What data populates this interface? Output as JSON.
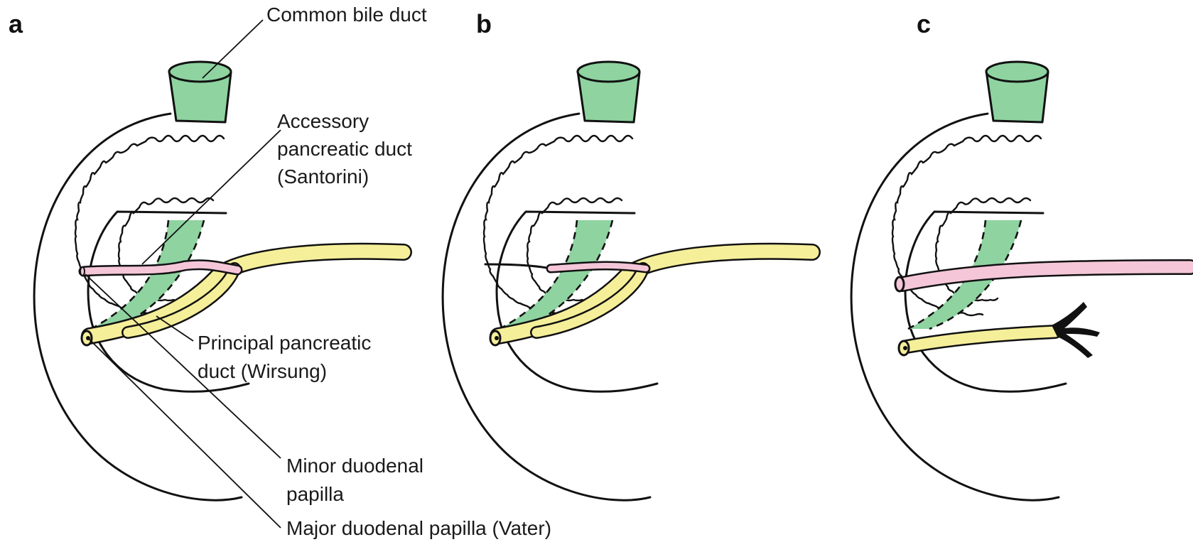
{
  "panels": [
    {
      "letter": "a"
    },
    {
      "letter": "b"
    },
    {
      "letter": "c"
    }
  ],
  "labels": {
    "common_bile_duct": "Common bile duct",
    "accessory_duct_line1": "Accessory",
    "accessory_duct_line2": "pancreatic duct",
    "accessory_duct_line3": "(Santorini)",
    "principal_duct_line1": "Principal pancreatic",
    "principal_duct_line2": "duct (Wirsung)",
    "minor_papilla_line1": "Minor duodenal",
    "minor_papilla_line2": "papilla",
    "major_papilla": "Major duodenal papilla (Vater)"
  },
  "colors": {
    "bile_duct": "#8ed3a0",
    "principal_duct": "#f6ef9a",
    "accessory_duct": "#f4c6d8",
    "outline": "#111111"
  }
}
